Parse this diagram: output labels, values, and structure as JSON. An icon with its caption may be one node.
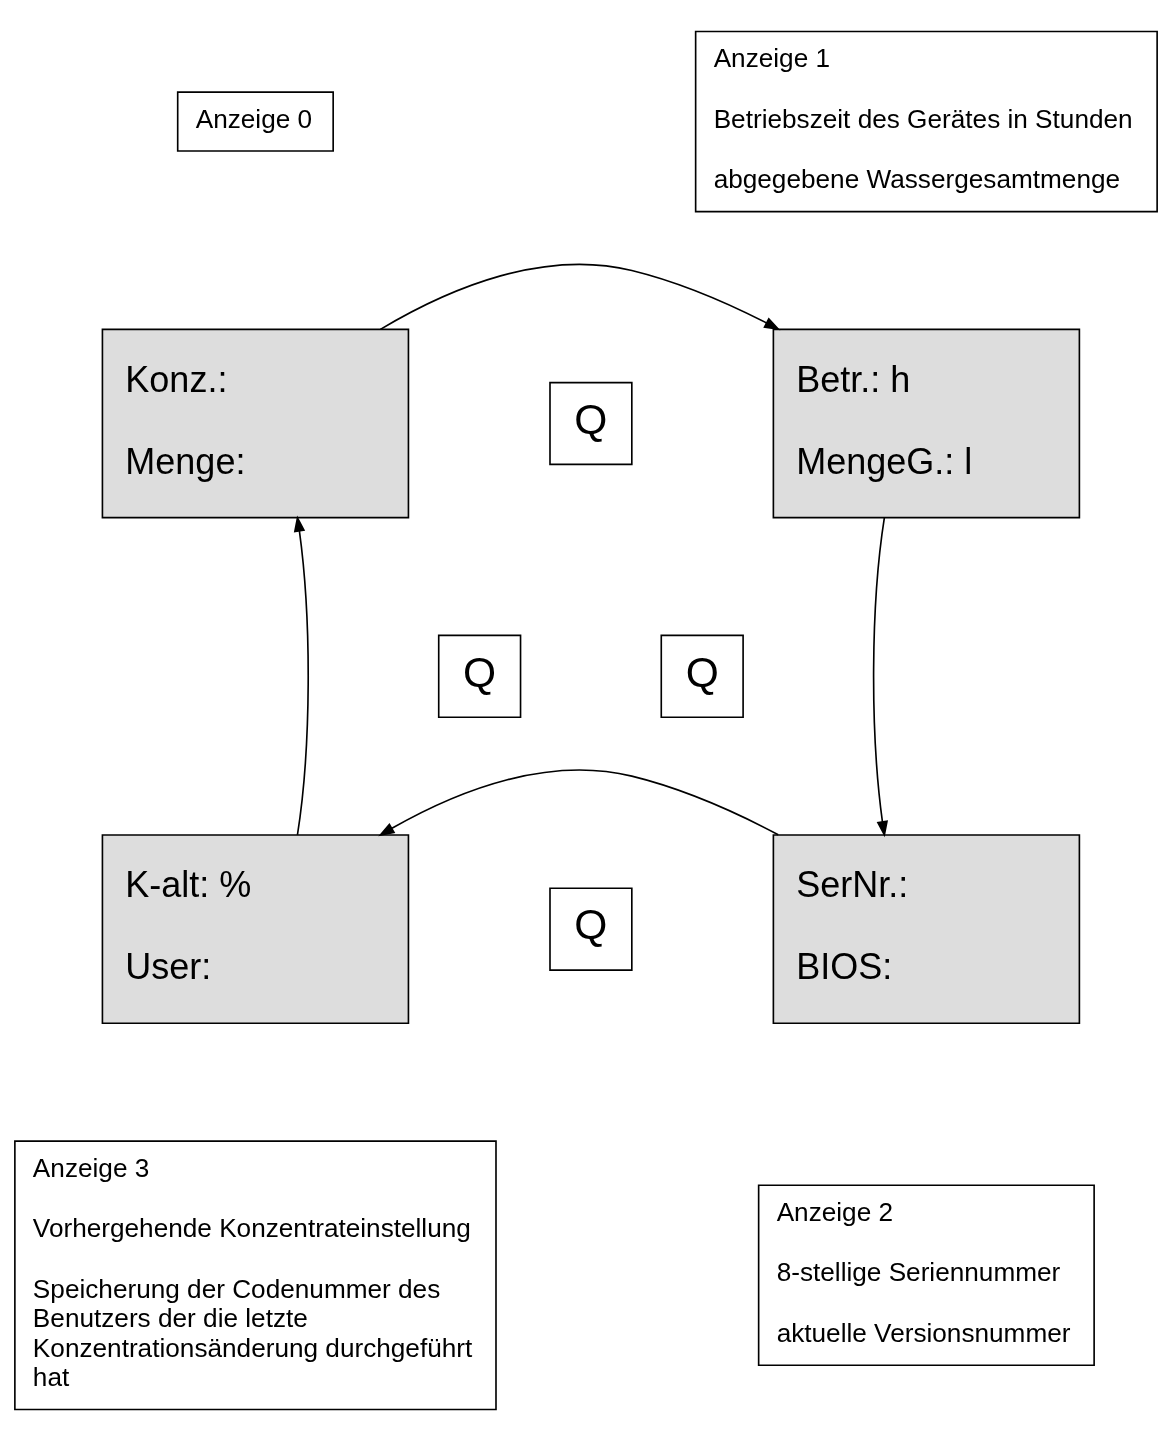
{
  "diagram": {
    "nodes": [
      {
        "text": [
          "Anzeige 0"
        ]
      },
      {
        "text": [
          "Anzeige 1",
          "Betriebszeit des Gerätes in Stunden",
          "abgegebene Wassergesamtmenge"
        ]
      },
      {
        "text": [
          "Konz.:",
          "Menge:"
        ]
      },
      {
        "text": [
          "Q"
        ]
      },
      {
        "text": [
          "Betr.: h",
          "MengeG.: l"
        ]
      },
      {
        "text": [
          "Q"
        ]
      },
      {
        "text": [
          "Q"
        ]
      },
      {
        "text": [
          "K-alt: %",
          "User:"
        ]
      },
      {
        "text": [
          "Q"
        ]
      },
      {
        "text": [
          "SerNr.:",
          "BIOS:"
        ]
      },
      {
        "text": [
          "Anzeige 3",
          "Vorhergehende Konzentrateinstellung",
          "Speicherung der Codenummer des Benutzers der die letzte Konzentrationsänderung durchgeführt hat"
        ]
      },
      {
        "text": [
          "Anzeige 2",
          "8-stellige Seriennummer",
          "aktuelle Versionsnummer"
        ]
      }
    ],
    "edges": [
      {
        "from": 2,
        "to": 4,
        "arrow": "to"
      },
      {
        "from": 4,
        "to": 9,
        "arrow": "to"
      },
      {
        "from": 9,
        "to": 7,
        "arrow": "to"
      },
      {
        "from": 7,
        "to": 2,
        "arrow": "to"
      }
    ]
  }
}
